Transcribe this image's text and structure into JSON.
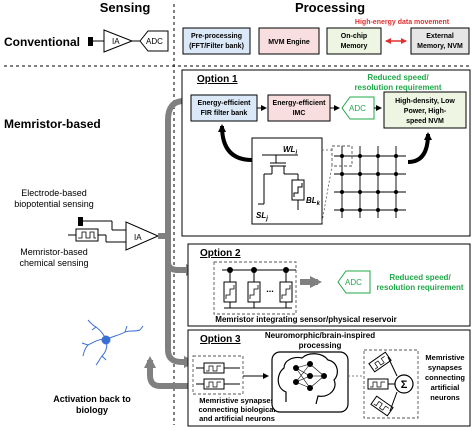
{
  "headers": {
    "sensing": "Sensing",
    "processing": "Processing"
  },
  "conventional": {
    "row_label": "Conventional",
    "ia": "IA",
    "adc": "ADC",
    "preprocessing_line1": "Pre-processing",
    "preprocessing_line2": "(FFT/Filter bank)",
    "mvm": "MVM Engine",
    "onchip_line1": "On-chip",
    "onchip_line2": "Memory",
    "external_line1": "External",
    "external_line2": "Memory, NVM",
    "high_energy": "High-energy data movement"
  },
  "memristor": {
    "row_label": "Memristor-based",
    "electrode_line1": "Electrode-based",
    "electrode_line2": "biopotential sensing",
    "chem_line1": "Memristor-based",
    "chem_line2": "chemical sensing",
    "ia": "IA",
    "activation_line1": "Activation back to",
    "activation_line2": "biology"
  },
  "option1": {
    "title": "Option 1",
    "fir_line1": "Energy-efficient",
    "fir_line2": "FIR filter bank",
    "imc_line1": "Energy-efficient",
    "imc_line2": "IMC",
    "adc": "ADC",
    "reduced_line1": "Reduced speed/",
    "reduced_line2": "resolution requirement",
    "nvm_line1": "High-density, Low",
    "nvm_line2": "Power, High-",
    "nvm_line3": "speed  NVM",
    "wl": "WL",
    "wl_sub": "i",
    "bl": "BL",
    "bl_sub": "k",
    "sl": "SL",
    "sl_sub": "j"
  },
  "option2": {
    "title": "Option 2",
    "adc": "ADC",
    "reduced_line1": "Reduced speed/",
    "reduced_line2": "resolution requirement",
    "reservoir": "Memristor integrating sensor/physical reservoir",
    "dots": "..."
  },
  "option3": {
    "title": "Option 3",
    "neuro_line1": "Neuromorphic/brain-inspired",
    "neuro_line2": "processing",
    "synapse_left_line1": "Memristive synapses",
    "synapse_left_line2": "connecting biological",
    "synapse_left_line3": "and artificial neurons",
    "synapse_right_line1": "Memristive",
    "synapse_right_line2": "synapses",
    "synapse_right_line3": "connecting",
    "synapse_right_line4": "artificial",
    "synapse_right_line5": "neurons",
    "sigma": "Σ"
  },
  "colors": {
    "blue_box": "#dbe8f7",
    "pink_box": "#f8dede",
    "green_box": "#eef6e3",
    "gray_box": "#e6e6e6",
    "green_text": "#22a84a",
    "red_text": "#e03030",
    "arrow_gray": "#808080"
  }
}
